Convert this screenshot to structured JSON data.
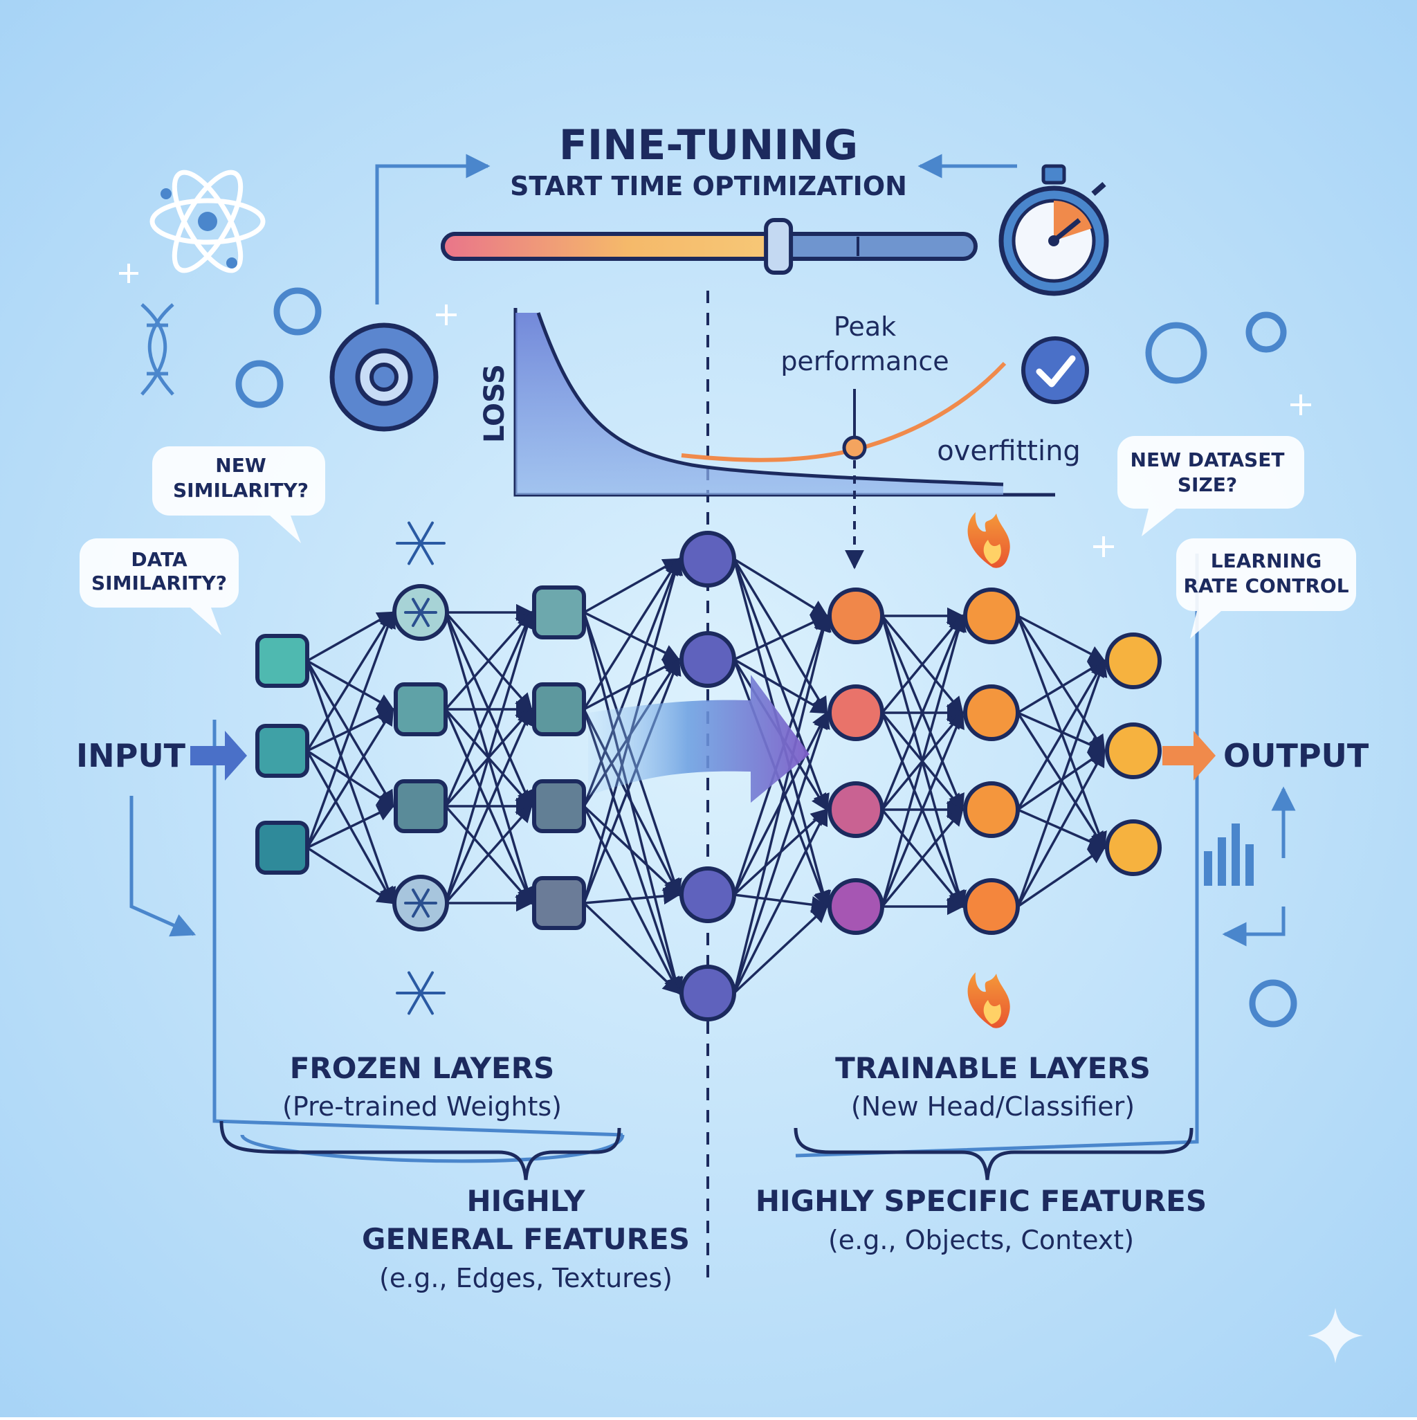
{
  "header": {
    "title": "FINE-TUNING",
    "subtitle": "START TIME OPTIMIZATION"
  },
  "slider": {
    "level": 0.63
  },
  "chart": {
    "ylabel": "LOSS",
    "peak_label_line1": "Peak",
    "peak_label_line2": "performance",
    "overfit_label": "overfitting"
  },
  "callouts": {
    "new_similarity_1": "NEW",
    "new_similarity_2": "SIMILARITY?",
    "data_similarity_1": "DATA",
    "data_similarity_2": "SIMILARITY?",
    "dataset_size_1": "NEW DATASET",
    "dataset_size_2": "SIZE?",
    "learning_rate_1": "LEARNING",
    "learning_rate_2": "RATE CONTROL"
  },
  "network": {
    "input_label": "INPUT",
    "output_label": "OUTPUT"
  },
  "frozen": {
    "title": "FROZEN LAYERS",
    "subtitle": "(Pre-trained Weights)"
  },
  "trainable": {
    "title": "TRAINABLE LAYERS",
    "subtitle": "(New Head/Classifier)"
  },
  "general_features": {
    "line1": "HIGHLY",
    "line2": "GENERAL FEATURES",
    "line3": "(e.g., Edges, Textures)"
  },
  "specific_features": {
    "line1": "HIGHLY SPECIFIC FEATURES",
    "line2": "(e.g., Objects, Context)"
  },
  "colors": {
    "background_light": "#d7eefc",
    "background_dark": "#a6d4f7",
    "navy": "#1c2a5e",
    "accent_blue": "#4a86cc",
    "orange": "#f08a4b",
    "yellow": "#f6b23f",
    "frozen_teal": "#4fb3b0",
    "mid_purple": "#6b6fc4"
  }
}
